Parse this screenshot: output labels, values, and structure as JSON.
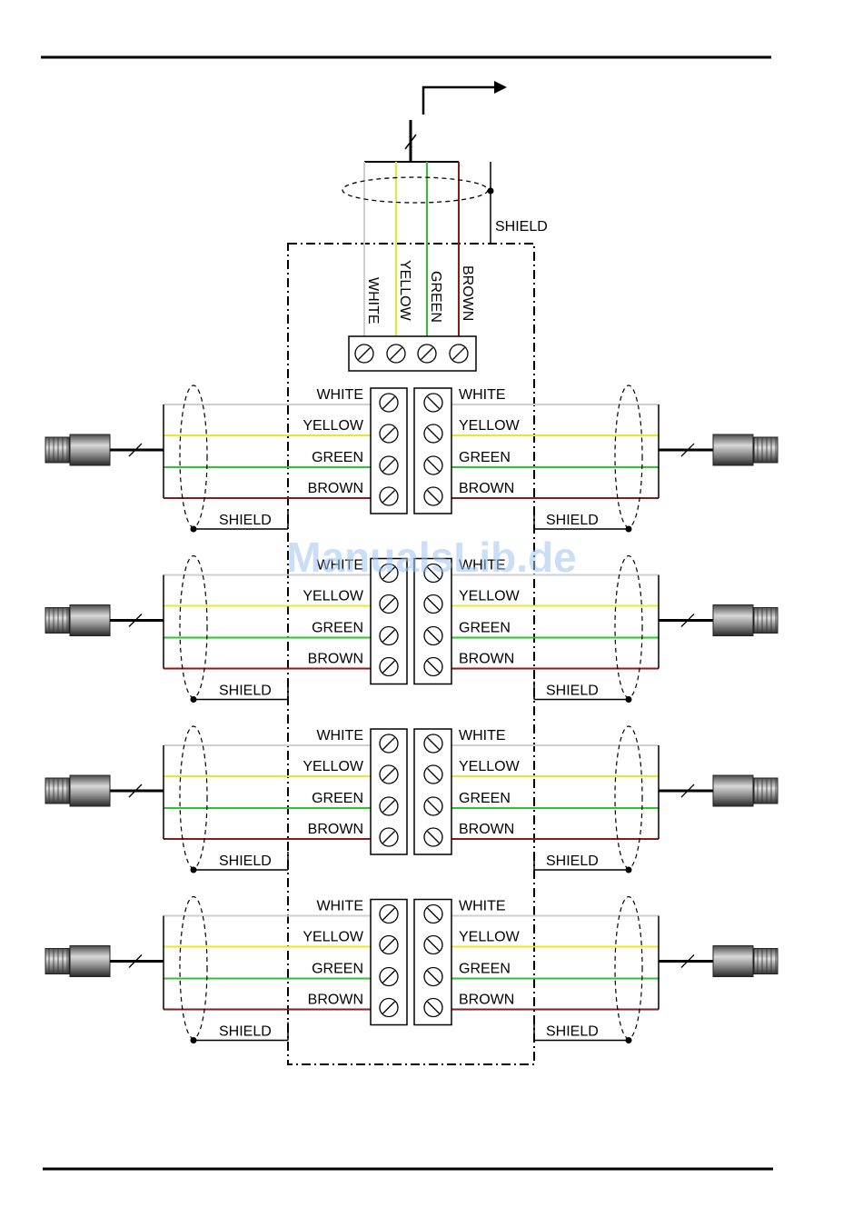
{
  "labels": {
    "shield": "SHIELD",
    "white": "WHITE",
    "yellow": "YELLOW",
    "green": "GREEN",
    "brown": "BROWN"
  },
  "top_terminal_labels": [
    "WHITE",
    "YELLOW",
    "GREEN",
    "BROWN"
  ],
  "watermark": "ManualsLib.de",
  "colors": {
    "white_wire": "#cfcfcf",
    "yellow_wire": "#e8e82a",
    "green_wire": "#2fc42f",
    "brown_wire": "#8b1a1a",
    "line": "#000000",
    "watermark": "#9fc3ee"
  },
  "icons": {
    "connector": "m12-sensor-connector-icon",
    "screw": "terminal-screw-icon",
    "arrow": "output-arrow-icon"
  },
  "sensor_rows": 4,
  "sensors_per_row": 2
}
